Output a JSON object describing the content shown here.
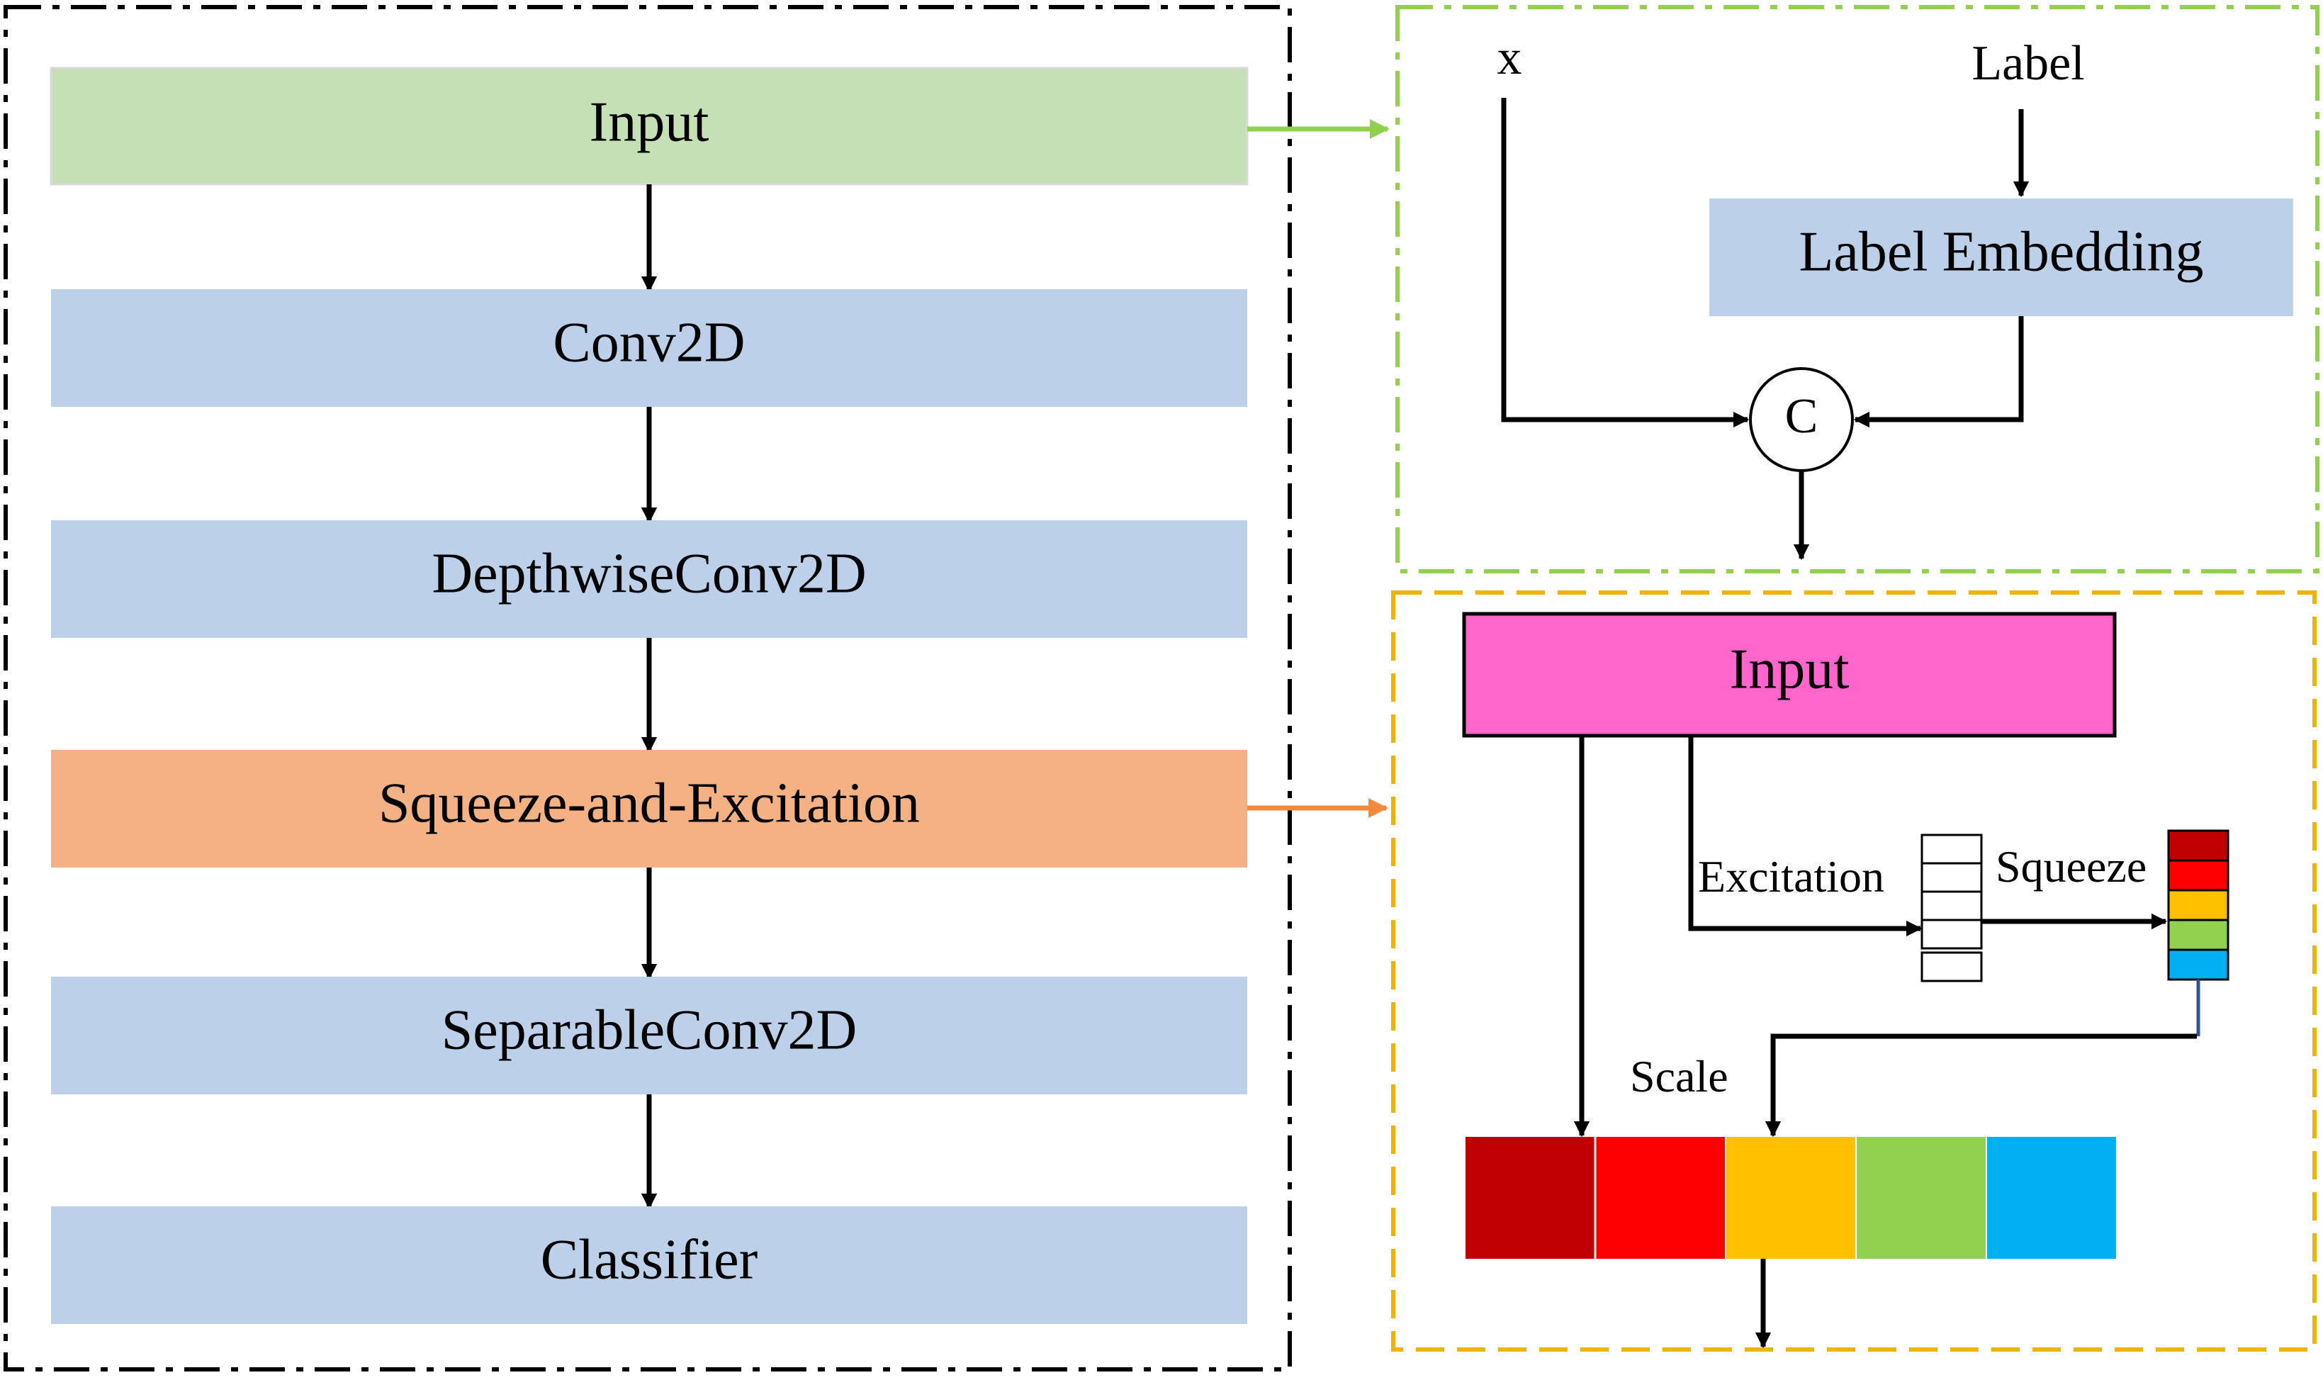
{
  "pipeline": {
    "blocks": [
      {
        "label": "Input",
        "fill": "#c5e0b4"
      },
      {
        "label": "Conv2D",
        "fill": "#bdd0e9"
      },
      {
        "label": "DepthwiseConv2D",
        "fill": "#bdd0e9"
      },
      {
        "label": "Squeeze-and-Excitation",
        "fill": "#f4b183"
      },
      {
        "label": "SeparableConv2D",
        "fill": "#bdd0e9"
      },
      {
        "label": "Classifier",
        "fill": "#bdd0e9"
      }
    ]
  },
  "conditioning": {
    "border_color": "#92d050",
    "x_label": "x",
    "label_label": "Label",
    "embedding_label": "Label Embedding",
    "embedding_fill": "#bdd0e9",
    "concat_symbol": "C"
  },
  "se_block": {
    "border_color": "#f0b400",
    "input_label": "Input",
    "input_fill": "#ff66cc",
    "excitation_label": "Excitation",
    "squeeze_label": "Squeeze",
    "scale_label": "Scale",
    "channel_colors": [
      "#c00000",
      "#ff0000",
      "#ffc000",
      "#92d050",
      "#00b0f0"
    ]
  },
  "arrows": {
    "green_color": "#92d050",
    "orange_color": "#f08a3c"
  }
}
